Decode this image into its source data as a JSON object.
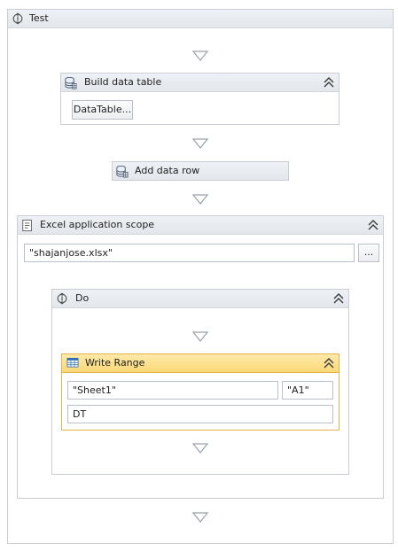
{
  "sequence": {
    "title": "Test"
  },
  "build_data_table": {
    "title": "Build data table",
    "button_label": "DataTable..."
  },
  "add_data_row": {
    "title": "Add data row"
  },
  "excel_scope": {
    "title": "Excel application scope",
    "workbook_path": "\"shajanjose.xlsx\"",
    "browse_label": "..."
  },
  "do_sequence": {
    "title": "Do"
  },
  "write_range": {
    "title": "Write Range",
    "sheet_name": "\"Sheet1\"",
    "starting_cell": "\"A1\"",
    "data_table": "DT"
  },
  "colors": {
    "selected_header": "#fbd977",
    "selected_border": "#e6b34a",
    "panel_border": "#c9ced6"
  }
}
